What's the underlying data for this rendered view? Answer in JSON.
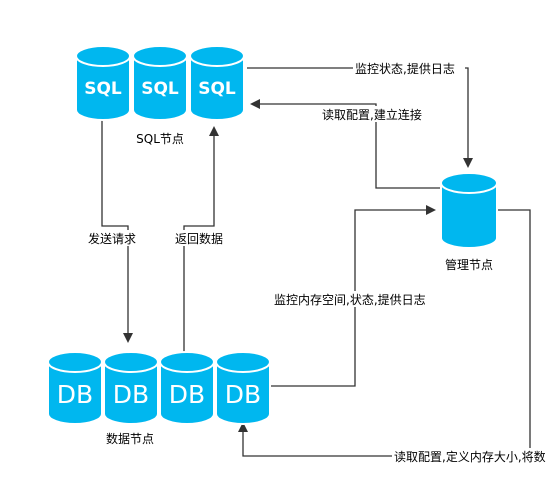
{
  "nodes": {
    "sql": {
      "cylinders": [
        "SQL",
        "SQL",
        "SQL"
      ],
      "caption": "SQL节点"
    },
    "db": {
      "cylinders": [
        "DB",
        "DB",
        "DB",
        "DB"
      ],
      "caption": "数据节点"
    },
    "manager": {
      "caption": "管理节点"
    }
  },
  "edges": {
    "sql_to_manager": "监控状态,提供日志",
    "manager_to_sql": "读取配置,建立连接",
    "sql_to_db": "发送请求",
    "db_to_sql": "返回数据",
    "db_to_manager": "监控内存空间,状态,提供日志",
    "manager_to_db": "读取配置,定义内存大小,将数"
  },
  "colors": {
    "cylinder_fill": "#00B7EF",
    "cylinder_stroke": "#ffffff",
    "arrow": "#333333"
  }
}
